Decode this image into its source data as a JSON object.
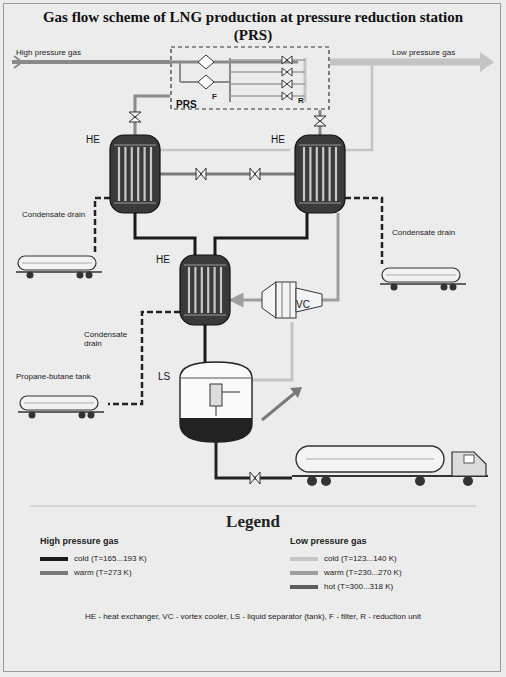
{
  "diagram": {
    "title": "Gas flow scheme of LNG production at pressure reduction station (PRS)",
    "nodes": [
      {
        "text": [
          "PRS"
        ]
      },
      {
        "text": [
          "HE"
        ]
      },
      {
        "text": [
          "HE"
        ]
      },
      {
        "text": [
          "HE"
        ]
      },
      {
        "text": [
          "VC"
        ]
      },
      {
        "text": [
          "LS"
        ]
      }
    ],
    "edges": [
      {
        "from": 0,
        "to": 1,
        "arrow": "none"
      },
      {
        "from": 0,
        "to": 2,
        "arrow": "none"
      },
      {
        "from": 1,
        "to": 2,
        "arrow": "none"
      },
      {
        "from": 1,
        "to": 3,
        "arrow": "none"
      },
      {
        "from": 2,
        "to": 3,
        "arrow": "none"
      },
      {
        "from": 3,
        "to": 5,
        "arrow": "none"
      },
      {
        "from": 5,
        "to": 4,
        "arrow": "none"
      },
      {
        "from": 4,
        "to": 3,
        "arrow": "to"
      },
      {
        "from": 4,
        "to": 2,
        "arrow": "none"
      }
    ],
    "labels": [
      "High pressure gas",
      "Low pressure gas",
      "F",
      "R",
      "Condensate drain",
      "Condensate drain",
      "Condensate drain",
      "Propane-butane tank",
      "Legend",
      "High pressure gas",
      "Low pressure gas",
      "HE - heat exchanger, VC - vortex cooler, LS - liquid separator (tank), F - filter, R - reduction unit"
    ],
    "legend": [
      {
        "text": "cold (T=165...193 K)",
        "color": "#1a1a1a"
      },
      {
        "text": "warm (T=273 K)",
        "color": "#7a7a7a"
      },
      {
        "text": "cold (T=123...140 K)",
        "color": "#c4c4c4"
      },
      {
        "text": "warm (T=230...270 K)",
        "color": "#9e9e9e"
      },
      {
        "text": "hot (T=300...318 K)",
        "color": "#5e5e5e"
      }
    ]
  }
}
